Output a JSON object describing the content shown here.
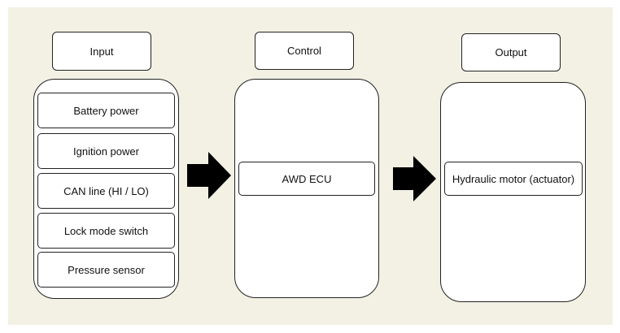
{
  "input": {
    "title": "Input",
    "items": [
      {
        "label": "Battery power"
      },
      {
        "label": "Ignition power"
      },
      {
        "label": "CAN line (HI / LO)"
      },
      {
        "label": "Lock mode switch"
      },
      {
        "label": "Pressure sensor"
      }
    ]
  },
  "control": {
    "title": "Control",
    "items": [
      {
        "label": "AWD ECU"
      }
    ]
  },
  "output": {
    "title": "Output",
    "items": [
      {
        "label": "Hydraulic motor (actuator)"
      }
    ]
  }
}
